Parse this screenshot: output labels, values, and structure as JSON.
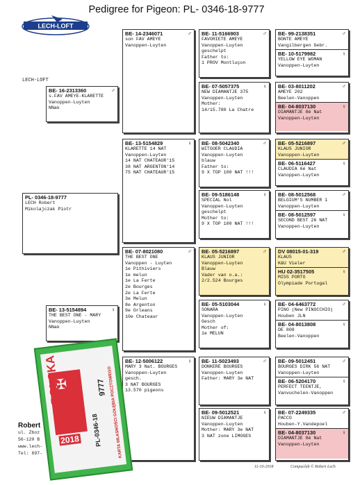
{
  "title": "Pedigree for Pigeon: PL- 0346-18-9777",
  "logo_text": "LECH-LOFT",
  "loft_label": "LECH-LOFT",
  "subject": {
    "ring": "PL- 0346-18-9777",
    "lines": [
      "LECH Robert",
      "",
      "Mikolajczak Piotr"
    ]
  },
  "gen1": [
    {
      "ring": "BE- 16-2313360",
      "sex": "♂",
      "lines": [
        "s.FAV AMEYE-KLARETTE",
        "Vanoppen-Luyten",
        "NNak"
      ]
    },
    {
      "ring": "BE- 13-5154894",
      "sex": "♀",
      "lines": [
        "THE BEST ONE - MARY",
        "Vanoppen-Luyten",
        "NNak"
      ]
    }
  ],
  "gen2": [
    {
      "ring": "BE- 14-2346071",
      "sex": "♂",
      "lines": [
        "son FAV AMEYE",
        "Vanoppen-Luyten"
      ]
    },
    {
      "ring": "BE- 13-5154829",
      "sex": "♀",
      "lines": [
        "KLARETTE 14 NAT",
        "Vanoppen-Luyten",
        "",
        "14 NAT CHATEAUR'15",
        "38 NAT ARGENTON'14",
        "75 NAT CHATEAUR'15"
      ]
    },
    {
      "ring": "BE- 07-8021080",
      "sex": "♂",
      "lines": [
        "THE BEST ONE",
        "Vanoppen - Luyten",
        "",
        "1e Pithiviers",
        "1e melun",
        "1e La Ferte",
        "2e Bourges",
        "2e La Ferte",
        "3e Melun",
        "8e Argenton",
        "9e Orleans",
        "10e Chateaur"
      ]
    },
    {
      "ring": "BE- 12-5006122",
      "sex": "♀",
      "lines": [
        "MARY 3 Nat. BOURGES",
        "Vanoppen-Luyten",
        "gesch.",
        "3 NAT BOURGES",
        "13.570 pigeons"
      ]
    }
  ],
  "gen3": [
    {
      "ring": "BE- 11-5166903",
      "sex": "♂",
      "lines": [
        "FAVORIETE AMEYE",
        "Vanoppen-Luyten",
        "geschelpt",
        "Father to:",
        "1 PROV Montluçon"
      ]
    },
    {
      "ring": "BE- 07-5057375",
      "sex": "♀",
      "lines": [
        "NEW DIAMANTJE 375",
        "Vanoppen-Luyten",
        "",
        "",
        "Mother:",
        "14/15.780 La Chatre"
      ]
    },
    {
      "ring": "BE- 08-5042340",
      "sex": "♂",
      "lines": [
        "WITGOER CLAUDIA",
        "Vanoppen-Luyten",
        "blauw",
        "Father to:",
        "9 X TOP 100 NAT !!!"
      ]
    },
    {
      "ring": "BE- 09-5186148",
      "sex": "♀",
      "lines": [
        "SPECIAL Nol",
        "Vanoppen-Luyten",
        "geschelpt",
        "Mother to:",
        "9 X TOP 100 NAT !!!"
      ]
    },
    {
      "ring": "BE- 05-5216897",
      "sex": "♂",
      "lines": [
        "KLAUS JUNIOR",
        "Vanoppen-Luyten",
        "Blauw",
        "Vader van o.a.:",
        "2/2.524 Bourges"
      ]
    },
    {
      "ring": "BE- 05-5103044",
      "sex": "♀",
      "lines": [
        "SONARA",
        "Vanoppen-Luyten",
        "Gesch",
        "Mother of:",
        "1e MELUN"
      ]
    },
    {
      "ring": "BE- 11-5023493",
      "sex": "♂",
      "lines": [
        "DONKERE BOURGES",
        "Vanoppen-Luyten",
        "",
        "Father: MARY 3e NAT"
      ]
    },
    {
      "ring": "BE- 09-5012521",
      "sex": "♀",
      "lines": [
        "NIEUW DIAMANTJE",
        "Vanoppen-Luyten",
        "",
        "",
        "Mother: MARY 3e NAT",
        "3 NAT zone LIMOGES"
      ]
    }
  ],
  "gen4": [
    {
      "a": {
        "ring": "BE- 99-2138351",
        "sex": "♂",
        "lines": [
          "BONTE AMEYE",
          "Vangilbergen Gebr."
        ]
      },
      "b": {
        "ring": "BE- 10-5179982",
        "sex": "♀",
        "lines": [
          "YELLOW EYE WOMAN",
          "Vanoppen-Luyten"
        ]
      }
    },
    {
      "a": {
        "ring": "BE- 03-8011202",
        "sex": "♂",
        "lines": [
          "AMEYE 202",
          "Beelen-Vanoppen"
        ]
      },
      "b": {
        "ring": "BE- 04-8037130",
        "sex": "♀",
        "lines": [
          "DIAMANTJE 8é Nat",
          "Vanoppen-Luyten"
        ]
      }
    },
    {
      "a": {
        "ring": "BE- 05-5216897",
        "sex": "♂",
        "lines": [
          "KLAUS JUNIOR",
          "Vanoppen-Luyten"
        ]
      },
      "b": {
        "ring": "BE- 06-5116427",
        "sex": "♀",
        "lines": [
          "CLAUDIA 6é Nat",
          "Vanoppen-Luyten"
        ]
      }
    },
    {
      "a": {
        "ring": "BE- 08-5012568",
        "sex": "♂",
        "lines": [
          "BELGIUM'S NUMBER 1",
          "Vanoppen-Luyten"
        ]
      },
      "b": {
        "ring": "BE- 08-5012597",
        "sex": "♀",
        "lines": [
          "SECOND BEST 26 NAT",
          "Vanoppen-Luyten"
        ]
      }
    },
    {
      "a": {
        "ring": "DV 08015-01-319",
        "sex": "♂",
        "lines": [
          "KLAUS",
          "K&U Vieler"
        ]
      },
      "b": {
        "ring": "HU 02-3517505",
        "sex": "♀",
        "lines": [
          "MISS PORTO",
          "Olympiade Portugal"
        ]
      }
    },
    {
      "a": {
        "ring": "BE- 04-6463772",
        "sex": "♂",
        "lines": [
          "PINO (New PINOCCHIO)",
          "Houben JLN"
        ]
      },
      "b": {
        "ring": "BE- 04-8013808",
        "sex": "♀",
        "lines": [
          "DE 808",
          "Beelen-Vanoppen"
        ]
      }
    },
    {
      "a": {
        "ring": "BE- 09-5012451",
        "sex": "♂",
        "lines": [
          "BOURGES DIRK 56 NAT",
          "Vanoppen-Luyten"
        ]
      },
      "b": {
        "ring": "BE- 06-5204170",
        "sex": "♀",
        "lines": [
          "PERFECT TEENTJE,",
          "Vanvuchelen-Vanoppen"
        ]
      }
    },
    {
      "a": {
        "ring": "BE- 07-2249335",
        "sex": "♂",
        "lines": [
          "PACCO",
          "Houben-Y.Vandepoel"
        ]
      },
      "b": {
        "ring": "BE- 04-8037130",
        "sex": "♀",
        "lines": [
          "DIAMANTJE 8é Nat",
          "Vanoppen-Luyten"
        ]
      }
    }
  ],
  "footer": {
    "date": "11-10-2018",
    "credit": "Compuclub © Robert Lech"
  },
  "owner": {
    "name": "Robert",
    "lines": [
      "ul. Zboz",
      "56-120 B",
      "www.lech-",
      "Tel: 697-"
    ]
  },
  "stamp": {
    "country": "POLSKA",
    "year": "2018",
    "ring": "PL-0346-18",
    "number": "9777",
    "card_text": "KARTA WŁASNOŚCI GOŁĘBIA POCZTOWEGO"
  },
  "colors": {
    "highlight": "#fbeeb6",
    "pink": "#f4c4c6",
    "stamp_green": "#3fb44a"
  }
}
